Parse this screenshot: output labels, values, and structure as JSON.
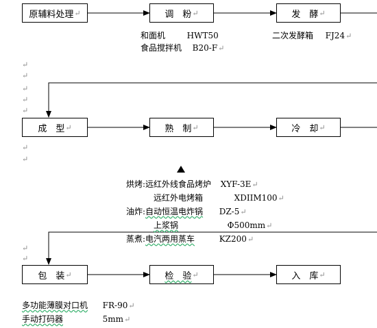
{
  "flow": {
    "row1": [
      "原辅料处理",
      "调　粉",
      "发　酵"
    ],
    "row2": [
      "成　型",
      "熟　制",
      "冷　却"
    ],
    "row3": [
      "包　装",
      "检　验",
      "入　库"
    ]
  },
  "equipment": {
    "mixing": [
      {
        "name": "和面机",
        "model": "HWT50"
      },
      {
        "name": "食品搅拌机",
        "model": "B20-F"
      }
    ],
    "fermenting": {
      "name": "二次发酵箱",
      "model": "FJ24"
    },
    "cooking": {
      "baking_label": "烘烤:",
      "baking": [
        {
          "name": "远红外线食品烤炉",
          "model": "XYF-3E"
        },
        {
          "name": "远红外电烤箱",
          "model": "XDIIM100"
        }
      ],
      "frying_label": "油炸:",
      "frying": [
        {
          "name": "自动恒温电炸锅",
          "model": "DZ-5"
        },
        {
          "name": "上浆锅",
          "model": "Φ500mm"
        }
      ],
      "steaming_label": "蒸煮:",
      "steaming": [
        {
          "name": "电汽两用蒸车",
          "model": "KZ200"
        }
      ]
    },
    "packing": [
      {
        "name": "多功能薄膜对口机",
        "model": "FR-90"
      },
      {
        "name": "手动打码器",
        "model": "5mm"
      }
    ]
  },
  "paragraph_mark": "↵"
}
